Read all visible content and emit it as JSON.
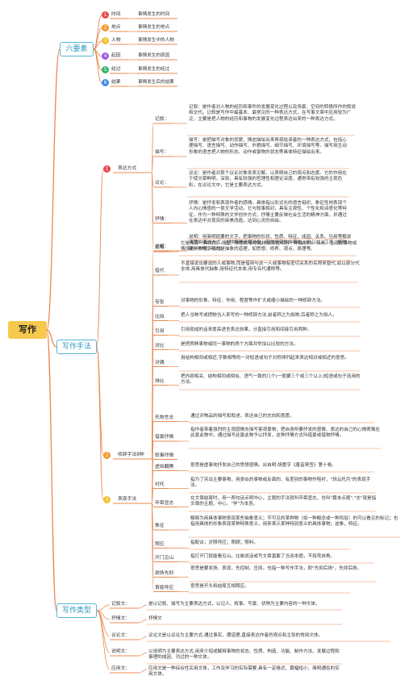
{
  "root": "写作",
  "sections": {
    "six": "六要素",
    "method": "写作手法",
    "types": "写作类型"
  },
  "six_elements": [
    {
      "num": "1",
      "label": "时间",
      "desc": "事情发生的时间",
      "color": "#e84c4c"
    },
    {
      "num": "2",
      "label": "地点",
      "desc": "事情发生的地点",
      "color": "#f39a2b"
    },
    {
      "num": "3",
      "label": "人物",
      "desc": "事情发生中的人物",
      "color": "#f2c12e"
    },
    {
      "num": "4",
      "label": "起因",
      "desc": "事情发生的原因",
      "color": "#9b5de5"
    },
    {
      "num": "5",
      "label": "经过",
      "desc": "事情发生的经过",
      "color": "#34b56a"
    },
    {
      "num": "6",
      "label": "结果",
      "desc": "事情发生后的结果",
      "color": "#3a8ee6"
    }
  ],
  "methods": {
    "expression": {
      "num": "1",
      "label": "表达方式",
      "color": "#e84c4c",
      "items": [
        {
          "label": "记叙：",
          "desc": "记叙：是作者对人物的经历和事件的发展变化过程以及场景、空间的转换所作的叙说和交代。记叙是写作中最基本、最常见的一种表达方式，在写事文章中应用较为广泛，主要是把人物的经历和事物的发展变化过程表达出来的一种表达方式。"
        },
        {
          "label": "描写：",
          "desc": "描写：是把描写对象的状貌、情态描绘出来再现给读者的一种表达方式，包括心理描写、语言描写、动作描写、外貌描写、细节描写、环境描写等。描写用生动形象的语言把人物的形态、动作或景物的状态等具体特征描绘出来。"
        },
        {
          "label": "议论：",
          "desc": "议论：是作者对某个议论对象发表见解，以表明自己的观点和态度。它的作用在于使文章鲜明、深刻，具有较强的哲理性和理论深度，通常带有较强的主观色彩。在议论文中，它是主要表达方式。"
        },
        {
          "label": "抒情：",
          "desc": "抒情：是抒发和表现作者的感情。具体指以形式化的语言组织，象征性地表现个人内心情感的一类文学活动，它与叙事相对，具有主观性、个性化和诗意化等特征。作为一种特殊的文学创作方式，抒情主要反映社会生活的精神方面，并通过在表达中对现实的审美改造，达到心灵的自由。"
        },
        {
          "label": "说明：",
          "desc": "说明：用简明扼要的文字，把事物的形状、性质、特征、成因、关系、功用等解说清楚的表达方式。这种解释说明对象，有的是实体的事物，如山川、江河、植物、建筑物等；有的是抽象的道理，如思想、修养、观点、原理等。"
        }
      ]
    },
    "rhetoric": {
      "num": "2",
      "label": "修辞手法8种",
      "color": "#f39a2b",
      "items": [
        {
          "label": "比喻",
          "desc": "它是用某一具体的、浅显、熟悉的事物或情境来说明另一种抽象的、深奥、生疏的事物或情境的一种修辞方法。"
        },
        {
          "label": "借代",
          "desc": "不直接说出要说的人或事物,而是借用与这一人或事物有密切关系的名称来替代,如以部分代全体,用具体代抽象,用特征代本体,用专名代通称等。"
        },
        {
          "label": "夸张",
          "desc": "对事物的形象、特征、作用、程度等作扩大或缩小描绘的一种修辞方法。"
        },
        {
          "label": "比拟",
          "desc": "把人当物写或把物当人来写的一种修辞方法,前者称之为拟物,后者称之为拟人。"
        },
        {
          "label": "引用",
          "desc": "引用现成的话来提高语言表达效果，分直接引用和间接引用两种。"
        },
        {
          "label": "对比",
          "desc": "是把两种事物或同一事物的两个方面并举加以比较的方法。"
        },
        {
          "label": "对偶",
          "desc": "用结构相同或相近,字数相等的一对短语或句子对称排列起来表达相对或相近的意思。"
        },
        {
          "label": "排比",
          "desc": "把内容相关、结构相同或相似、语气一致的几个(一般要三个或三个以上)短语或句子连用的方法。"
        }
      ]
    },
    "expressive": {
      "num": "3",
      "label": "表现手法",
      "color": "#f2c12e",
      "items": [
        {
          "label": "托物言志",
          "desc": "通过对物品的描写和叙述，表达自己的志向和意愿。"
        },
        {
          "label": "借景抒情",
          "desc": "指作者带着强烈的主观感情去描写客观景物，把自身所要抒发的感情、表达的自己的心情寄寓在此景此物中，通过描写此景此物予以抒发，这种抒情方式叫借景或借物抒情。"
        },
        {
          "label": "叙事抒情",
          "desc": ""
        },
        {
          "label": "虚拟翻腾",
          "desc": "意思是虚事地抒发自己的思想感情。出自明·胡震亨《唐音癸签》第十卷。"
        },
        {
          "label": "衬托",
          "desc": "指为了突出主要事物，用类似的事物或反面的、有差别的事物作陪衬，\"烘云托月\"的表现手法。"
        },
        {
          "label": "卒章显志",
          "desc": "在文章结尾时，用一两句话点明中心，主题的手法就叫卒章显志，也叫\"篇末点题\",\"志\"就是指文章的主题、中心、\"学\"为本旨。"
        },
        {
          "label": "象征",
          "desc": "解释为用具体事物表现某些抽象意义；不可见的某种物（如一种概念或一种风俗）的可以看见的标记；也指用具体的形象表现某种特殊意义，用来表示某种特别意义的具体事物；迹象，特征。"
        },
        {
          "label": "照应",
          "desc": "指配合；对照呼应；照顾；照料。"
        },
        {
          "label": "开门见山",
          "desc": "指打开门就能看见山。比喻说话或写文章直截了当谈本题，不拐弯抹角。"
        },
        {
          "label": "欲扬先抑",
          "desc": "意思是要发扬、表现，先控制、压抑。也指一种写作手法，即\"先抑后扬\"，先抑后扬。"
        },
        {
          "label": "首尾呼应",
          "desc": "意思是开头和结尾互相照应。"
        }
      ]
    }
  },
  "types": [
    {
      "label": "记叙文：",
      "desc": "是以记叙、描写为主要表达方式，以记人、叙事、写景、状物为主要内容的一种文体。"
    },
    {
      "label": "抒情文：",
      "desc": "抒情文"
    },
    {
      "label": "议论文：",
      "desc": "议论文是以议论为主要方式,通过事实、摆道理,直接表达作者的观点和主张的常用文体。"
    },
    {
      "label": "说明文：",
      "desc": "以说明为主要表达方式,用来介绍或解释事物的状态、性质、构造、功能、制作方法、发展过程和事理的成因、功过的一种文体。"
    },
    {
      "label": "应用文：",
      "desc": "应用文是一种综合性实用文体，工作及学习的实际需要,具有一定格式、篇幅短小、简明通俗的实用文体。"
    }
  ],
  "colors": {
    "branch": "#e9884f",
    "section_border": "#57b6d9",
    "root": "#f6c94d"
  }
}
